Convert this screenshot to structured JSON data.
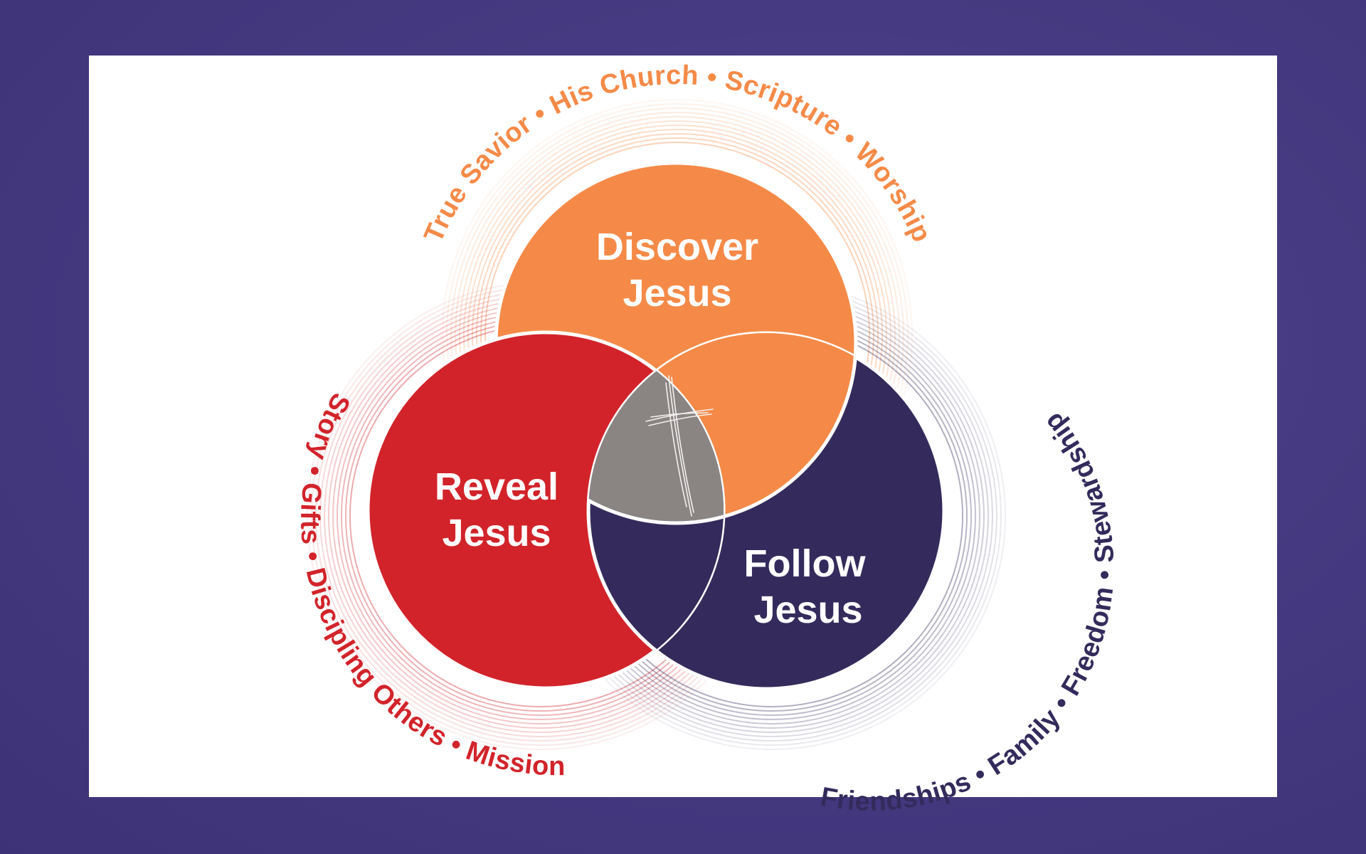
{
  "diagram": {
    "circles": {
      "discover": {
        "line1": "Discover",
        "line2": "Jesus",
        "color": "#f58a48"
      },
      "reveal": {
        "line1": "Reveal",
        "line2": "Jesus",
        "color": "#d2232a"
      },
      "follow": {
        "line1": "Follow",
        "line2": "Jesus",
        "color": "#342b5c"
      },
      "center": {
        "color": "#8a8483",
        "icon": "cross-icon"
      }
    },
    "arcs": {
      "discover": {
        "text": "True Savior • His Church • Scripture • Worship",
        "color": "#f58a48"
      },
      "reveal": {
        "text": "Story • Gifts • Discipling Others • Mission",
        "color": "#d2232a"
      },
      "follow": {
        "text": "Friendships • Family • Freedom • Stewardship",
        "color": "#342b5c"
      }
    },
    "colors": {
      "background": "#463a82",
      "card": "#ffffff",
      "divider": "#ffffff"
    }
  }
}
